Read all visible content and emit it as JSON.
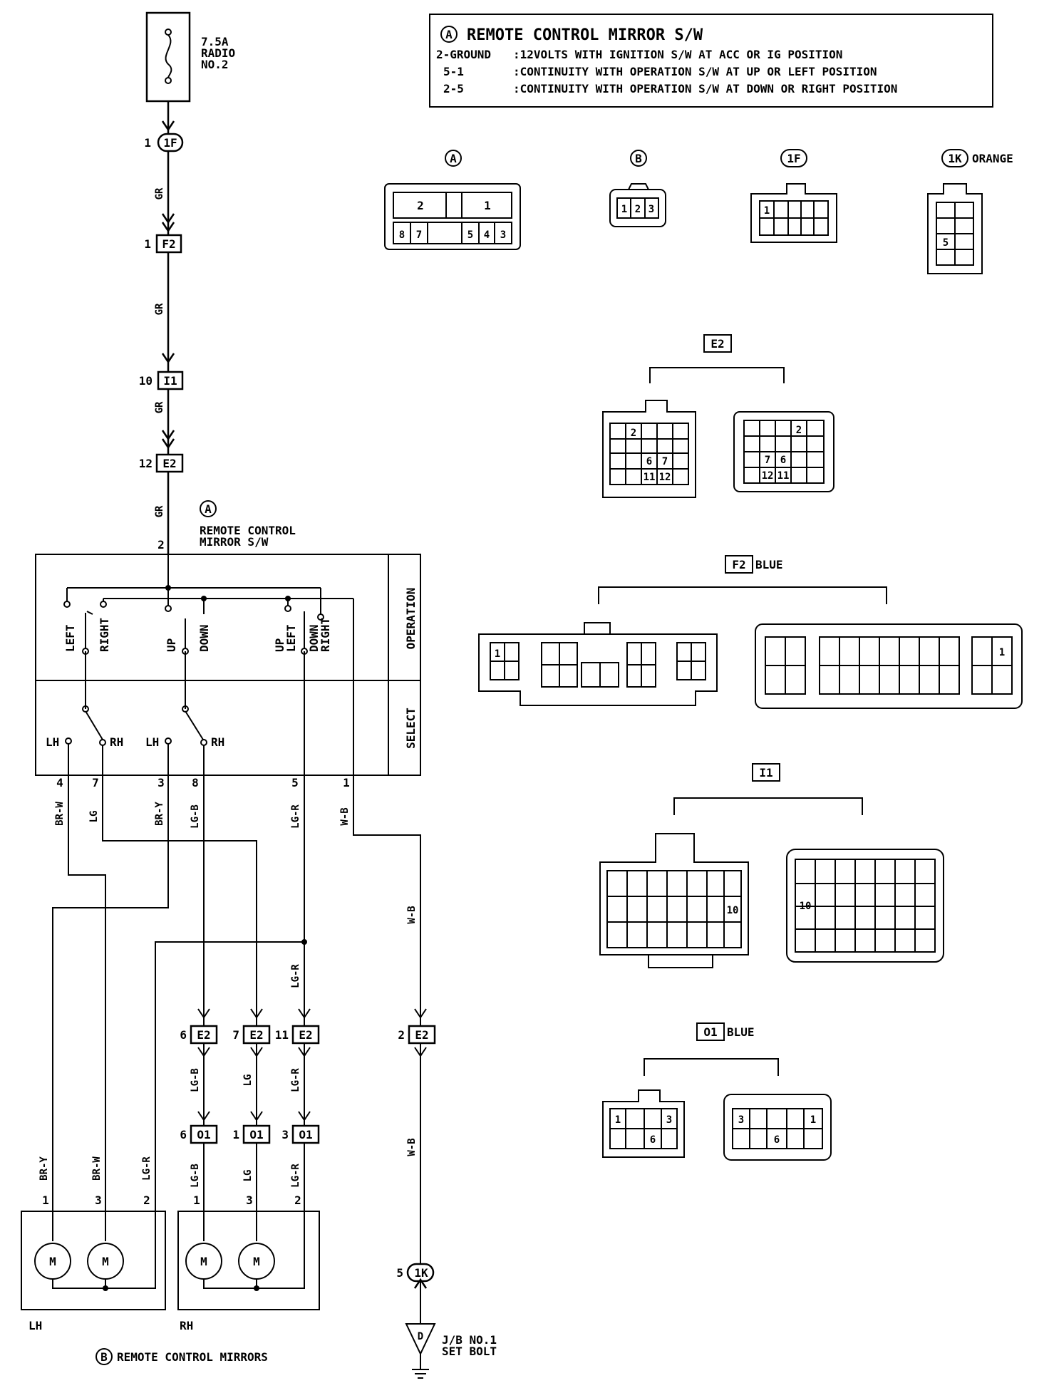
{
  "fuse": {
    "amps": "7.5A",
    "name": "RADIO",
    "no": "NO.2"
  },
  "info_box": {
    "marker": "A",
    "title": "REMOTE CONTROL MIRROR S/W",
    "rows": [
      {
        "pins": "2-GROUND",
        "text": ":12VOLTS WITH IGNITION S/W AT ACC OR IG POSITION"
      },
      {
        "pins": "5-1",
        "text": ":CONTINUITY WITH OPERATION S/W AT UP OR LEFT POSITION"
      },
      {
        "pins": "2-5",
        "text": ":CONTINUITY WITH OPERATION S/W AT DOWN OR RIGHT POSITION"
      }
    ]
  },
  "left_connectors": [
    {
      "pin": "1",
      "id": "1F"
    },
    {
      "pin": "1",
      "id": "F2"
    },
    {
      "pin": "10",
      "id": "I1"
    },
    {
      "pin": "12",
      "id": "E2"
    }
  ],
  "wire_colors": {
    "gr": "GR",
    "brw": "BR-W",
    "lg": "LG",
    "bry": "BR-Y",
    "lgb": "LG-B",
    "lgr": "LG-R",
    "wb": "W-B"
  },
  "switch": {
    "marker": "A",
    "name_line1": "REMOTE CONTROL",
    "name_line2": "MIRROR S/W",
    "input_pin": "2",
    "section_operation": "OPERATION",
    "section_select": "SELECT",
    "op_labels": [
      "LEFT",
      "RIGHT",
      "UP",
      "DOWN",
      "UP",
      "LEFT",
      "DOWN",
      "RIGHT"
    ],
    "sel_labels": [
      "LH",
      "RH",
      "LH",
      "RH"
    ],
    "out_pins": [
      "4",
      "7",
      "3",
      "8",
      "5",
      "1"
    ]
  },
  "mid_connectors": [
    {
      "pin": "6",
      "id": "E2"
    },
    {
      "pin": "7",
      "id": "E2"
    },
    {
      "pin": "11",
      "id": "E2"
    },
    {
      "pin": "2",
      "id": "E2"
    }
  ],
  "low_connectors": [
    {
      "pin": "6",
      "id": "O1"
    },
    {
      "pin": "1",
      "id": "O1"
    },
    {
      "pin": "3",
      "id": "O1"
    }
  ],
  "ground_conn": {
    "pin": "5",
    "id": "1K"
  },
  "mirrors": {
    "marker": "B",
    "caption": "REMOTE CONTROL MIRRORS",
    "lh": "LH",
    "rh": "RH",
    "lh_pins": [
      "1",
      "3",
      "2"
    ],
    "rh_pins": [
      "1",
      "3",
      "2"
    ],
    "motor": "M"
  },
  "ground": {
    "symbol": "D",
    "line1": "J/B NO.1",
    "line2": "SET BOLT"
  },
  "connector_views": {
    "a": {
      "id": "A",
      "top_pins": [
        "2",
        "1"
      ],
      "bottom_pins": [
        "8",
        "7",
        "5",
        "4",
        "3"
      ]
    },
    "b": {
      "id": "B",
      "pins": [
        "1",
        "2",
        "3"
      ]
    },
    "c1f": {
      "id": "1F",
      "pin": "1"
    },
    "c1k": {
      "id": "1K",
      "color": "ORANGE",
      "pin": "5"
    },
    "e2": {
      "id": "E2",
      "left": [
        "2",
        "6",
        "7",
        "11",
        "12"
      ],
      "right": [
        "2",
        "7",
        "6",
        "12",
        "11"
      ]
    },
    "f2": {
      "id": "F2",
      "color": "BLUE",
      "left": "1",
      "right": "1"
    },
    "i1": {
      "id": "I1",
      "left": "10",
      "right": "10"
    },
    "o1": {
      "id": "O1",
      "color": "BLUE",
      "left": [
        "1",
        "3",
        "6"
      ],
      "right": [
        "3",
        "1",
        "6"
      ]
    }
  }
}
